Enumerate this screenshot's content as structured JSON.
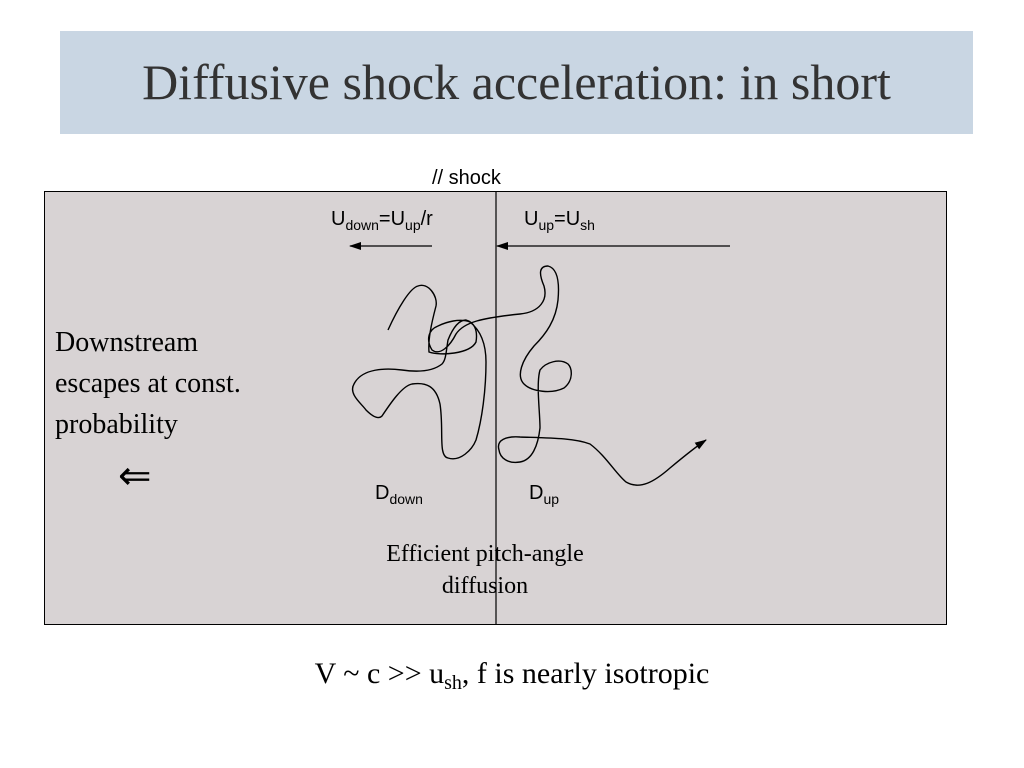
{
  "title": "Diffusive shock acceleration: in short",
  "labels": {
    "shock": "// shock",
    "u_down": {
      "base": "U",
      "sub1": "down",
      "mid": "=U",
      "sub2": "up",
      "tail": "/r"
    },
    "u_up": {
      "base": "U",
      "sub1": "up",
      "mid": "=U",
      "sub2": "sh"
    },
    "d_down": {
      "base": "D",
      "sub": "down"
    },
    "d_up": {
      "base": "D",
      "sub": "up"
    }
  },
  "downstream": {
    "lines": [
      "Downstream",
      "escapes at const.",
      "probability"
    ],
    "arrow_symbol": "⇐"
  },
  "pitch_angle": {
    "lines": [
      "Efficient pitch-angle",
      "diffusion"
    ]
  },
  "bottom": {
    "pre": "V ~ c >> u",
    "sub": "sh",
    "post": ", f is nearly isotropic"
  },
  "colors": {
    "title_bg": "#c9d6e3",
    "diagram_bg": "#d8d3d4",
    "title_text": "#333333"
  }
}
